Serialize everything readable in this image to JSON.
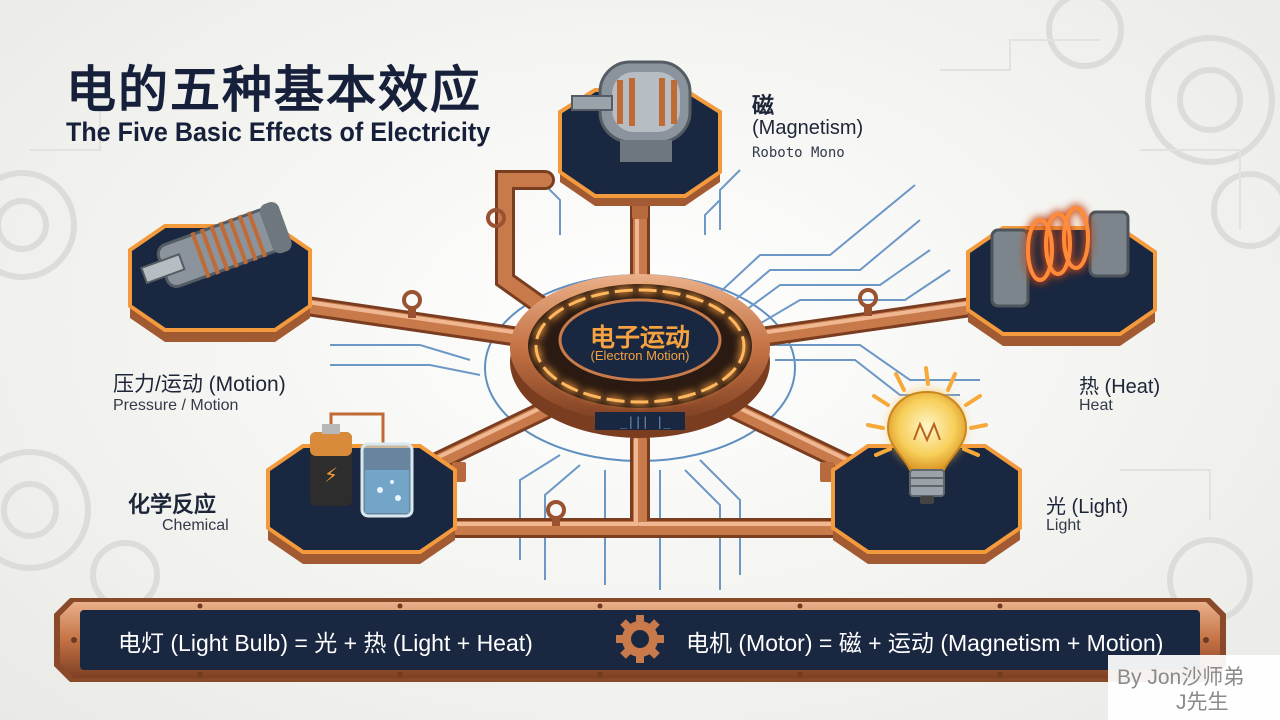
{
  "title": {
    "zh": "电的五种基本效应",
    "en": "The Five Basic Effects of Electricity"
  },
  "core": {
    "zh": "电子运动",
    "en": "(Electron Motion)"
  },
  "effects": {
    "magnetism": {
      "zh": "磁",
      "en": "(Magnetism)",
      "sub": "Roboto Mono",
      "icon": "motor-icon"
    },
    "motion": {
      "main": "压力/运动 (Motion)",
      "sub": "Pressure / Motion",
      "icon": "coil-piston-icon"
    },
    "heat": {
      "main": "热 (Heat)",
      "sub": "Heat",
      "icon": "heating-coil-icon"
    },
    "chemical": {
      "main": "化学反应",
      "sub": "Chemical",
      "icon": "battery-beaker-icon"
    },
    "light": {
      "main": "光 (Light)",
      "sub": "Light",
      "icon": "light-bulb-icon"
    }
  },
  "footer": {
    "eq1": "电灯 (Light Bulb) = 光 + 热 (Light + Heat)",
    "eq2": "电机 (Motor) = 磁 + 运动 (Magnetism + Motion)",
    "divider_icon": "gear-icon"
  },
  "watermark": {
    "line1": "By Jon沙师弟",
    "line2": "J先生"
  },
  "colors": {
    "navy": "#1a2740",
    "copper": "#c87a4b",
    "copper_dark": "#8a4a2a",
    "glow": "#f39a3d",
    "circuit": "#5e8fc0"
  }
}
